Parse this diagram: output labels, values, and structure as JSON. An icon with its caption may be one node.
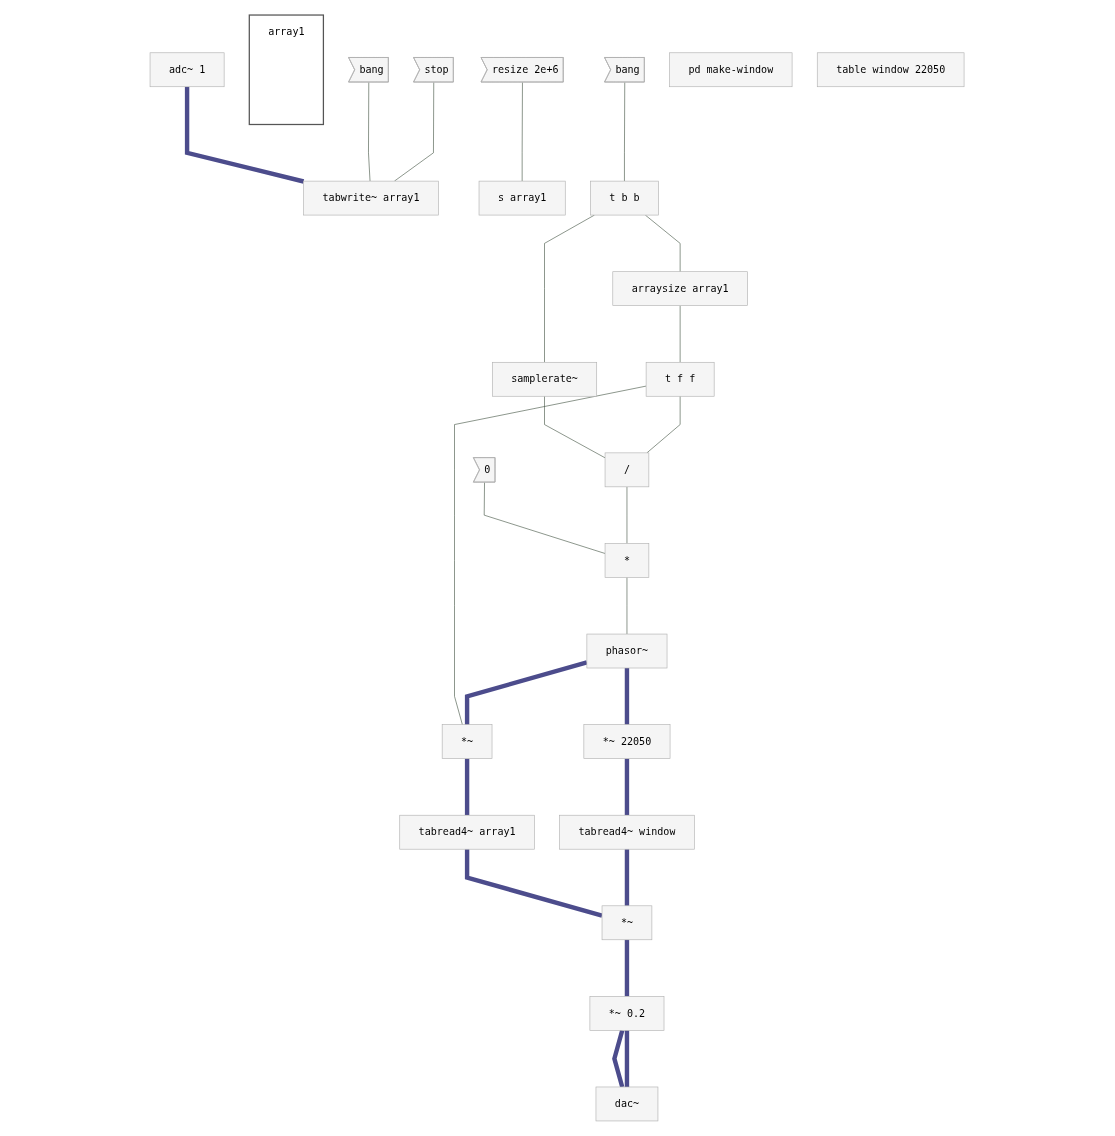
{
  "diagram": {
    "nodes": [
      {
        "text": [
          "adc~ 1"
        ]
      },
      {
        "text": [
          "array1"
        ]
      },
      {
        "text": [
          "bang"
        ]
      },
      {
        "text": [
          "stop"
        ]
      },
      {
        "text": [
          "resize 2e+6"
        ]
      },
      {
        "text": [
          "tabwrite~ array1"
        ]
      },
      {
        "text": [
          "s array1"
        ]
      },
      {
        "text": [
          "bang"
        ]
      },
      {
        "text": [
          "t b b"
        ]
      },
      {
        "text": [
          "pd make-window"
        ]
      },
      {
        "text": [
          "arraysize array1"
        ]
      },
      {
        "text": [
          "samplerate~"
        ]
      },
      {
        "text": [
          "table window 22050"
        ]
      },
      {
        "text": [
          "t f f"
        ]
      },
      {
        "text": [
          "0"
        ]
      },
      {
        "text": [
          "/"
        ]
      },
      {
        "text": [
          "*"
        ]
      },
      {
        "text": [
          "phasor~"
        ]
      },
      {
        "text": [
          "*~"
        ]
      },
      {
        "text": [
          "tabread4~ array1"
        ]
      },
      {
        "text": [
          "*~ 22050"
        ]
      },
      {
        "text": [
          "tabread4~ window"
        ]
      },
      {
        "text": [
          "*~"
        ]
      },
      {
        "text": [
          "*~ 0.2"
        ]
      },
      {
        "text": [
          "dac~"
        ]
      }
    ],
    "edges": [
      {
        "from": 0,
        "to": 5,
        "arrow": "none",
        "style": "thick",
        "color": "#4c4c8c"
      },
      {
        "from": 2,
        "to": 5,
        "arrow": "none"
      },
      {
        "from": 3,
        "to": 5,
        "arrow": "none"
      },
      {
        "from": 4,
        "to": 6,
        "arrow": "none"
      },
      {
        "from": 7,
        "to": 8,
        "arrow": "none"
      },
      {
        "from": 8,
        "to": 10,
        "arrow": "none"
      },
      {
        "from": 8,
        "to": 11,
        "arrow": "none"
      },
      {
        "from": 11,
        "to": 15,
        "arrow": "none"
      },
      {
        "from": 10,
        "to": 13,
        "arrow": "none"
      },
      {
        "from": 13,
        "to": 15,
        "arrow": "none"
      },
      {
        "from": 13,
        "to": 18,
        "arrow": "none"
      },
      {
        "from": 14,
        "to": 16,
        "arrow": "none"
      },
      {
        "from": 15,
        "to": 16,
        "arrow": "none"
      },
      {
        "from": 16,
        "to": 17,
        "arrow": "none"
      },
      {
        "from": 17,
        "to": 18,
        "arrow": "none",
        "style": "thick",
        "color": "#4c4c8c"
      },
      {
        "from": 17,
        "to": 20,
        "arrow": "none",
        "style": "thick",
        "color": "#4c4c8c"
      },
      {
        "from": 18,
        "to": 19,
        "arrow": "none",
        "style": "thick",
        "color": "#4c4c8c"
      },
      {
        "from": 20,
        "to": 21,
        "arrow": "none",
        "style": "thick",
        "color": "#4c4c8c"
      },
      {
        "from": 19,
        "to": 22,
        "arrow": "none",
        "style": "thick",
        "color": "#4c4c8c"
      },
      {
        "from": 21,
        "to": 22,
        "arrow": "none",
        "style": "thick",
        "color": "#4c4c8c"
      },
      {
        "from": 22,
        "to": 23,
        "arrow": "none",
        "style": "thick",
        "color": "#4c4c8c"
      },
      {
        "from": 23,
        "to": 24,
        "arrow": "none",
        "style": "thick",
        "color": "#4c4c8c"
      },
      {
        "from": 23,
        "to": 24,
        "arrow": "none",
        "style": "thick",
        "color": "#4c4c8c"
      }
    ]
  }
}
